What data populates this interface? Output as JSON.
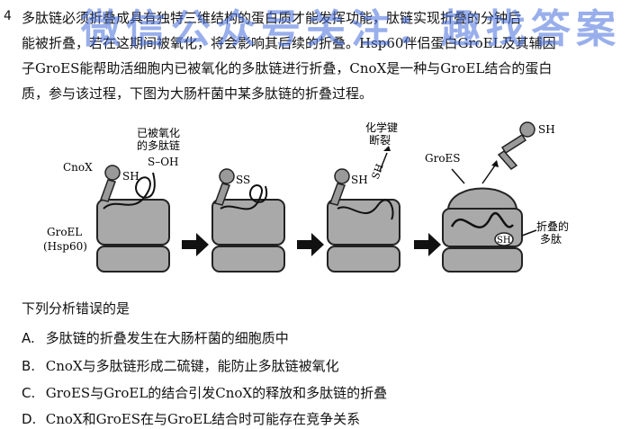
{
  "question_number": "4",
  "stem_lines": [
    "多肽链必须折叠成具有独特三维结构的蛋白质才能发挥功能，肽链实现折叠的分钟后",
    "能被折叠，若在这期间被氧化，将会影响其后续的折叠。Hsp60伴侣蛋白GroEL及其辅因",
    "子GroES能帮助活细胞内已被氧化的多肽链进行折叠，CnoX是一种与GroEL结合的蛋白",
    "质，参与该过程，下图为大肠杆菌中某多肽链的折叠过程。"
  ],
  "figure": {
    "label_oxidized": "已被氧化\n的多肽链",
    "label_s_oh": "S–OH",
    "label_cnox": "CnoX",
    "label_sh": "SH",
    "label_ss": "SS",
    "label_groel": "GroEL\n(Hsp60)",
    "label_bond_break": "化学键\n断裂",
    "label_sh_rot": "SH",
    "label_groes": "GroES",
    "label_sh_top": "SH",
    "label_folded": "折叠的\n多肽",
    "label_sh_inner": "SH"
  },
  "question": "下列分析错误的是",
  "options": [
    {
      "letter": "A.",
      "text": "多肽链的折叠发生在大肠杆菌的细胞质中"
    },
    {
      "letter": "B.",
      "text": "CnoX与多肽链形成二硫键，能防止多肽链被氧化"
    },
    {
      "letter": "C.",
      "text": "GroES与GroEL的结合引发CnoX的释放和多肽链的折叠"
    },
    {
      "letter": "D.",
      "text": "CnoX和GroES在与GroEL结合时可能存在竞争关系"
    }
  ],
  "watermark": "微信公众号关注：趣找答案",
  "colors": {
    "body_fill": "#a9a9a9",
    "body_stroke": "#222222",
    "watermark": "#466edc"
  }
}
